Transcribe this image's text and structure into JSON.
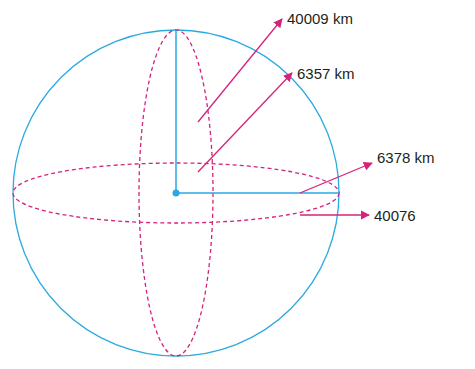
{
  "diagram": {
    "labels": [
      "40009 km",
      "6357 km",
      "6378 km",
      "40076"
    ]
  }
}
